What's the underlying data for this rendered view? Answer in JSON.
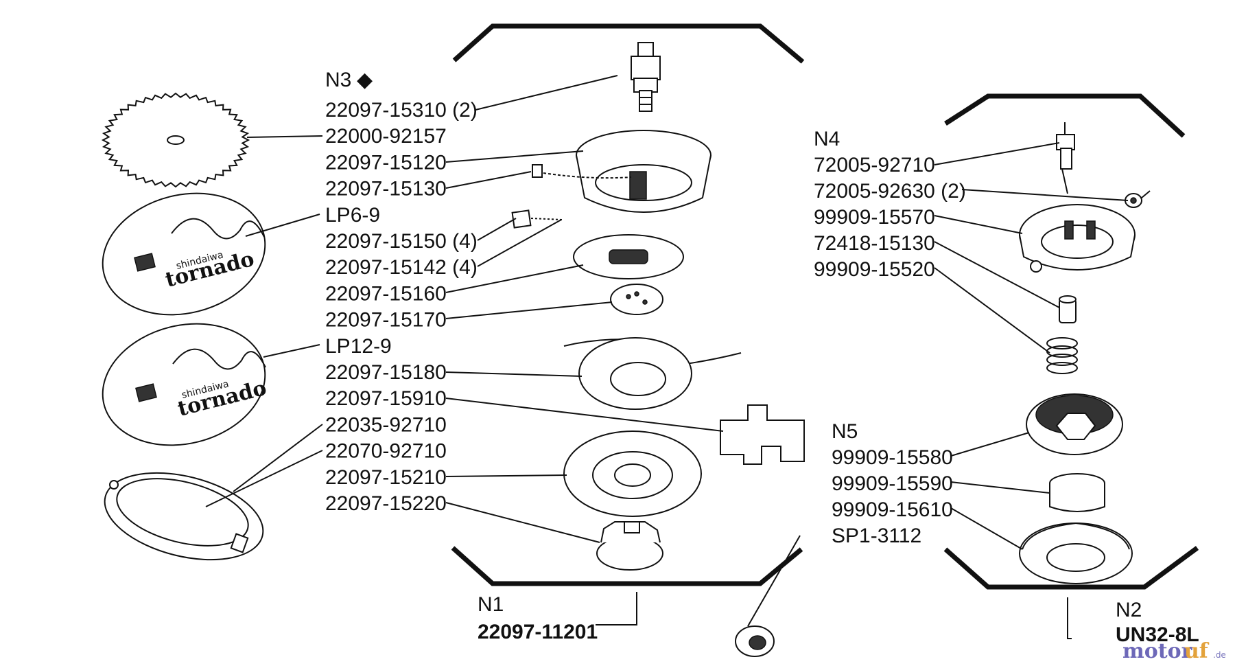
{
  "groups": {
    "n1": {
      "code": "N1",
      "part_no": "22097-11201"
    },
    "n2": {
      "code": "N2",
      "part_no": "UN32-8L"
    },
    "n3": {
      "code": "N3",
      "marker": "◆"
    },
    "n4": {
      "code": "N4"
    },
    "n5": {
      "code": "N5"
    }
  },
  "labels_left": [
    "22097-15310 (2)",
    "22000-92157",
    "22097-15120",
    "22097-15130",
    "LP6-9",
    "22097-15150 (4)",
    "22097-15142 (4)",
    "22097-15160",
    "22097-15170",
    "LP12-9",
    "22097-15180",
    "22097-15910",
    "22035-92710",
    "22070-92710",
    "22097-15210",
    "22097-15220"
  ],
  "labels_right_n4": [
    "72005-92710",
    "72005-92630 (2)",
    "99909-15570",
    "72418-15130",
    "99909-15520"
  ],
  "labels_right_n5": [
    "99909-15580",
    "99909-15590",
    "99909-15610",
    "SP1-3112"
  ],
  "blade_text": {
    "brand": "shindaiwa",
    "model": "tornado"
  },
  "watermark": {
    "text_a": "motor",
    "text_b": "uf",
    "suffix": ".de",
    "color_a": "#6d68b8",
    "color_b": "#e3a23b"
  },
  "colors": {
    "ink": "#111111",
    "background": "#ffffff"
  }
}
